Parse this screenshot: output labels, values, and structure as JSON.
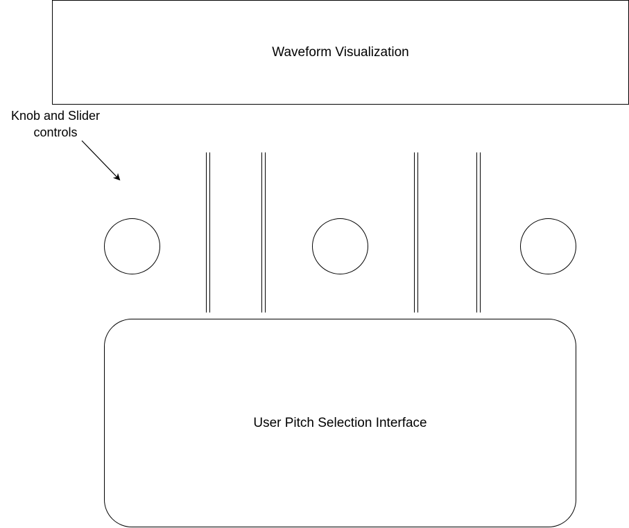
{
  "diagram": {
    "waveform_label": "Waveform Visualization",
    "callout_label": "Knob and Slider controls",
    "pitch_label": "User Pitch Selection Interface",
    "knobs": [
      {
        "id": "knob-1"
      },
      {
        "id": "knob-2"
      },
      {
        "id": "knob-3"
      }
    ],
    "sliders": [
      {
        "id": "slider-1"
      },
      {
        "id": "slider-2"
      },
      {
        "id": "slider-3"
      },
      {
        "id": "slider-4"
      }
    ],
    "stroke_color": "#000000",
    "background_color": "#ffffff"
  }
}
